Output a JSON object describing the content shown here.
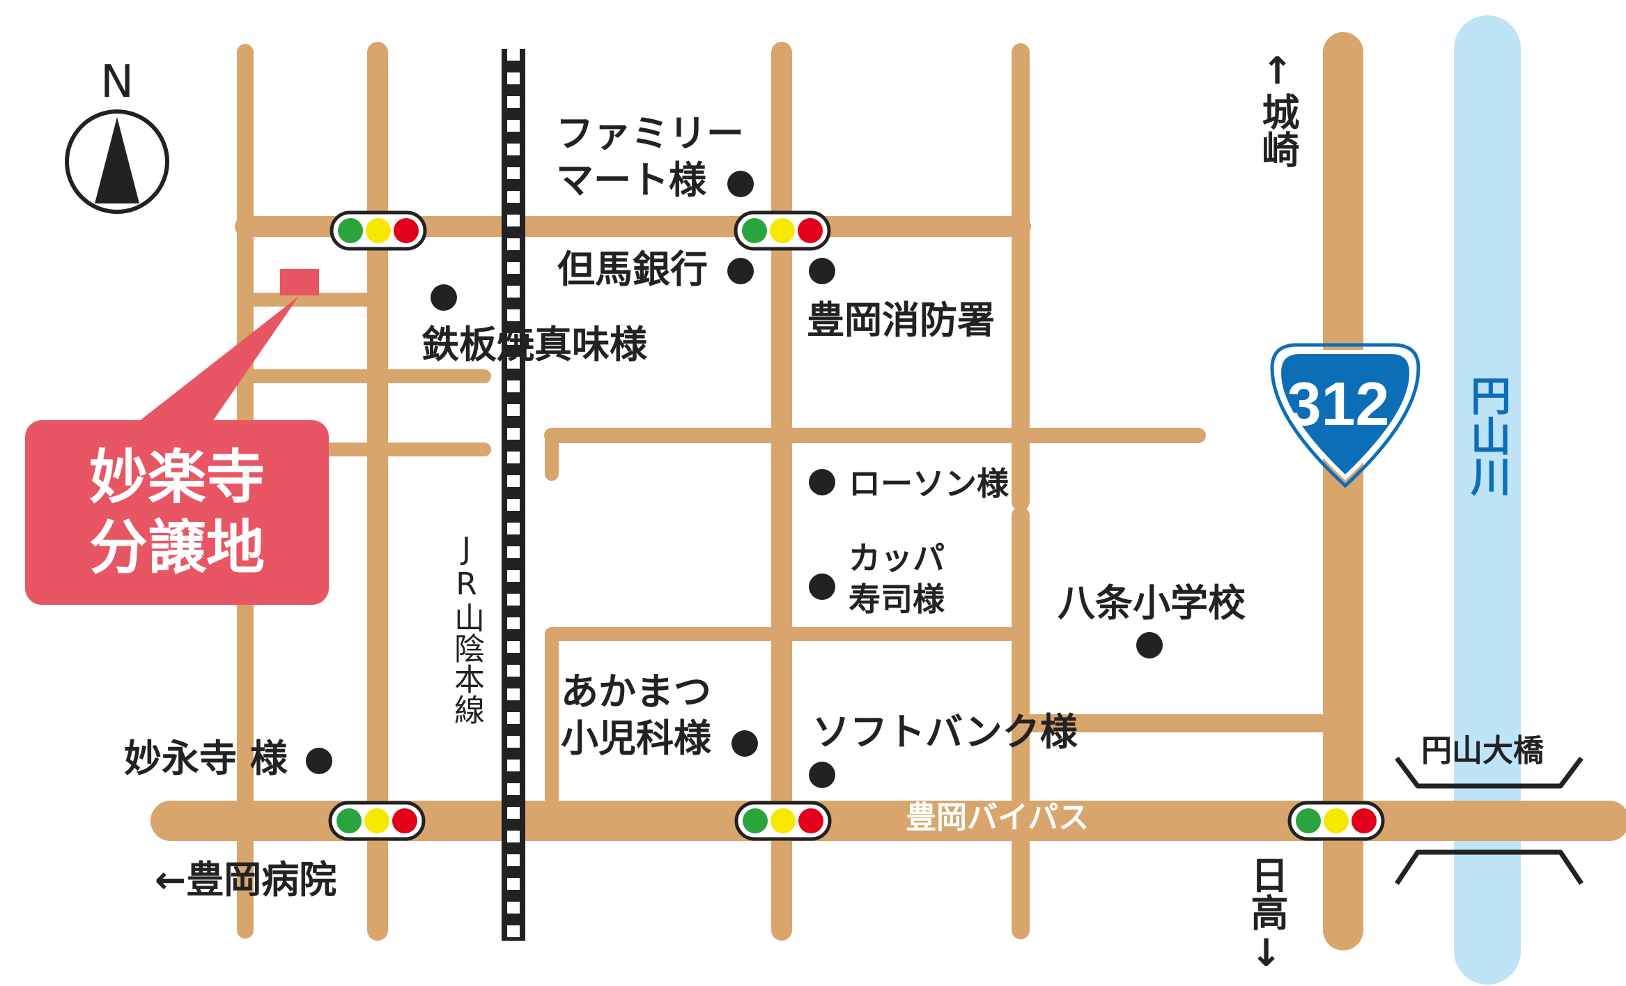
{
  "compass": {
    "label": "N"
  },
  "site": {
    "name_line1": "妙楽寺",
    "name_line2": "分譲地"
  },
  "railway": {
    "name": "JR山陰本線"
  },
  "road": {
    "bypass_name": "豊岡バイパス",
    "route_number": "312"
  },
  "river": {
    "name": "円山川"
  },
  "bridge": {
    "name": "円山大橋"
  },
  "directions": {
    "north": "↑城崎",
    "south": "日高↓",
    "west": "←豊岡病院"
  },
  "landmarks": {
    "familymart_line1": "ファミリー",
    "familymart_line2": "マート様",
    "tajima_bank": "但馬銀行",
    "teppanyaki": "鉄板焼真味様",
    "fire_dept": "豊岡消防署",
    "lawson": "ローソン様",
    "kappa_line1": "カッパ",
    "kappa_line2": "寿司様",
    "hachijo_school": "八条小学校",
    "akamatsu_line1": "あかまつ",
    "akamatsu_line2": "小児科様",
    "softbank": "ソフトバンク様",
    "myoeiji": "妙永寺 様"
  },
  "colors": {
    "road": "#d8a66c",
    "river": "#bfe3f7",
    "callout": "#e85663",
    "route_shield": "#0d6eb8",
    "signal_green": "#2aa43c",
    "signal_yellow": "#f7e800",
    "signal_red": "#e2001a"
  }
}
